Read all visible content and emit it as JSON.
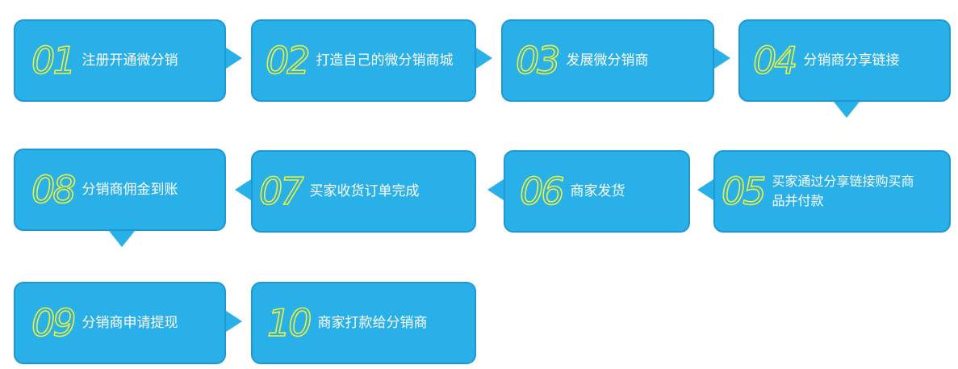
{
  "steps": [
    {
      "number": "01",
      "label": "注册开通微分销"
    },
    {
      "number": "02",
      "label": "打造自己的微分销商城"
    },
    {
      "number": "03",
      "label": "发展微分销商"
    },
    {
      "number": "04",
      "label": "分销商分享链接"
    },
    {
      "number": "05",
      "label": "买家通过分享链接购买商品并付款"
    },
    {
      "number": "06",
      "label": "商家发货"
    },
    {
      "number": "07",
      "label": "买家收货订单完成"
    },
    {
      "number": "08",
      "label": "分销商佣金到账"
    },
    {
      "number": "09",
      "label": "分销商申请提现"
    },
    {
      "number": "10",
      "label": "商家打款给分销商"
    }
  ],
  "colors": {
    "box": "#2ab0e8",
    "border": "#1e98d2",
    "number": "#ecf03a",
    "text": "#ffffff"
  }
}
